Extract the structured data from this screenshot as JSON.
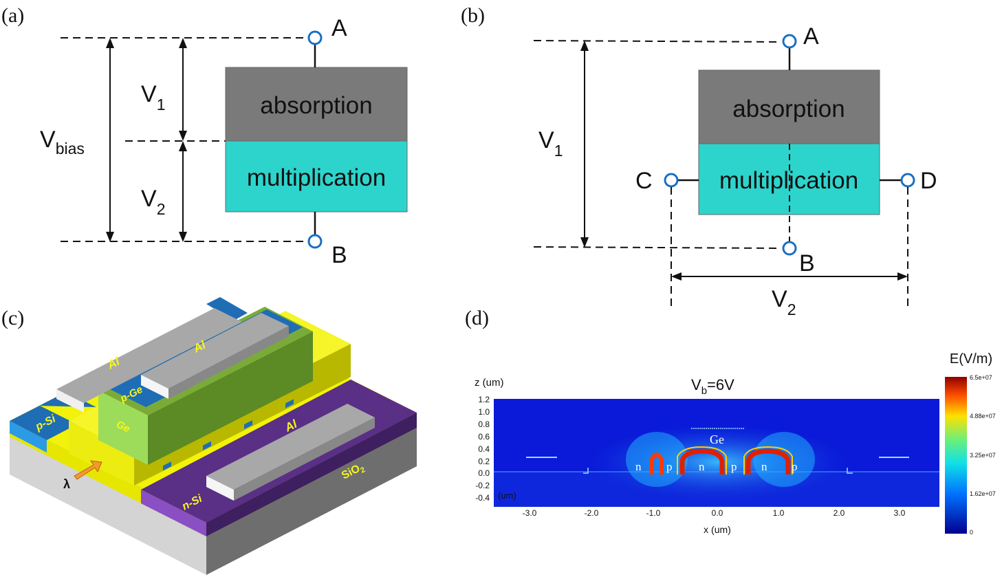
{
  "panel_a": {
    "tag": "(a)",
    "node_top": "A",
    "node_bottom": "B",
    "v1_main": "V",
    "v1_sub": "1",
    "v2_main": "V",
    "v2_sub": "2",
    "vbias_main": "V",
    "vbias_sub": "bias",
    "absorption": "absorption",
    "multiplication": "multiplication"
  },
  "panel_b": {
    "tag": "(b)",
    "node_top": "A",
    "node_bottom": "B",
    "node_left": "C",
    "node_right": "D",
    "v1_main": "V",
    "v1_sub": "1",
    "v2_main": "V",
    "v2_sub": "2",
    "absorption": "absorption",
    "multiplication": "multiplication"
  },
  "panel_c": {
    "tag": "(c)",
    "labels": {
      "al_1": "Al",
      "al_2": "Al",
      "al_3": "Al",
      "p_ge": "p-Ge",
      "ge": "Ge",
      "p_si": "p-Si",
      "n_si": "n-Si",
      "sio2_main": "SiO",
      "sio2_sub": "2",
      "lambda": "λ"
    }
  },
  "panel_d": {
    "tag": "(d)",
    "title_main": "V",
    "title_sub": "b",
    "title_rest": "=6V",
    "zlabel": "z (um)",
    "xlabel": "x (um)",
    "z_ticks": [
      "1.2",
      "1.0",
      "0.8",
      "0.6",
      "0.4",
      "0.2",
      "0.0",
      "-0.2",
      "-0.4"
    ],
    "x_ticks": [
      "-3.0",
      "-2.0",
      "-1.0",
      "0.0",
      "1.0",
      "2.0",
      "3.0"
    ],
    "inset_ylabel": "(um)",
    "ge_label": "Ge",
    "regions": [
      "n",
      "p",
      "n",
      "p",
      "n",
      "p"
    ],
    "colorbar": {
      "title": "E(V/m)",
      "ticks": [
        "6.5e+07",
        "4.88e+07",
        "3.25e+07",
        "1.62e+07",
        "0"
      ]
    }
  }
}
